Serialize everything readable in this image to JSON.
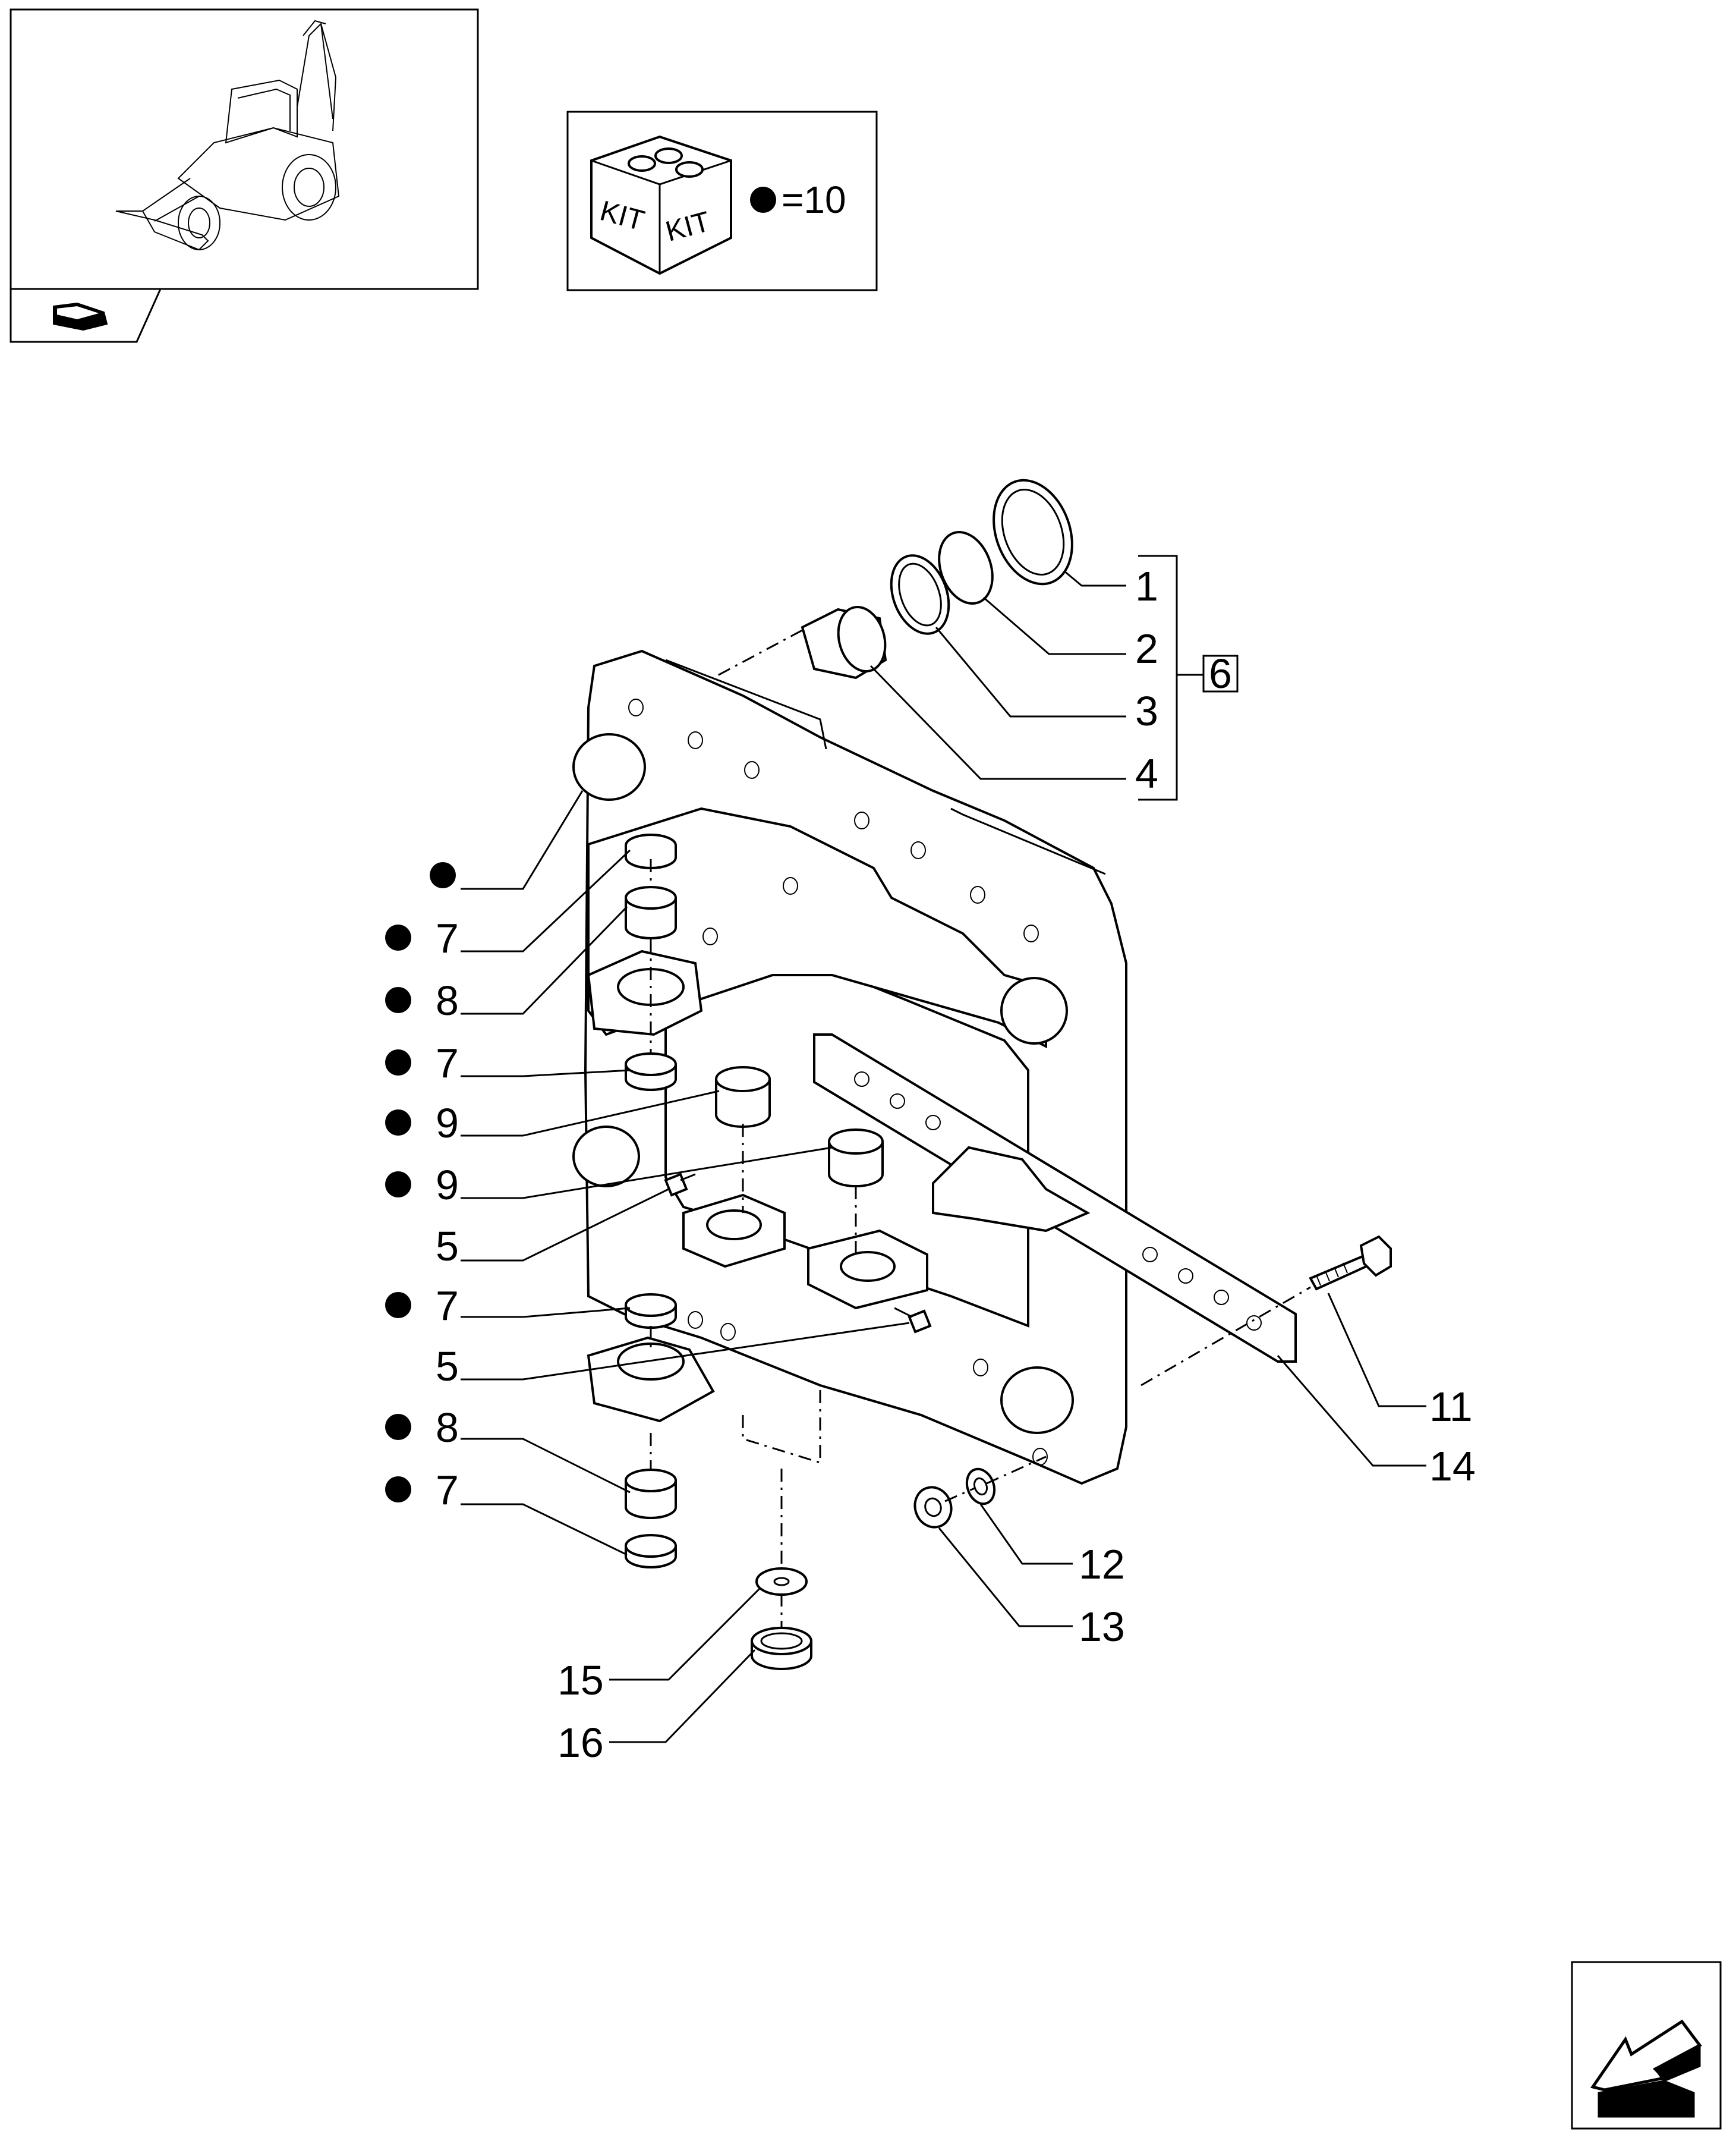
{
  "kit_legend": {
    "label_left": "KIT",
    "label_right": "KIT",
    "equals_text": "=10"
  },
  "callouts": {
    "c1": "1",
    "c2": "2",
    "c3": "3",
    "c4": "4",
    "c6": "6",
    "c7a": "7",
    "c8a": "8",
    "c7b": "7",
    "c9a": "9",
    "c9b": "9",
    "c5a": "5",
    "c7c": "7",
    "c5b": "5",
    "c8b": "8",
    "c7d": "7",
    "c11": "11",
    "c14": "14",
    "c12": "12",
    "c13": "13",
    "c15": "15",
    "c16": "16"
  },
  "icons": {
    "thumbnail": "backhoe-loader-thumbnail",
    "nav_back": "previous-page-arrow-icon",
    "nav_next": "next-page-arrow-icon",
    "kit_box": "kit-box-icon",
    "kit_bullet": "kit-bullet-dot"
  },
  "colors": {
    "ink": "#000000",
    "paper": "#ffffff"
  }
}
